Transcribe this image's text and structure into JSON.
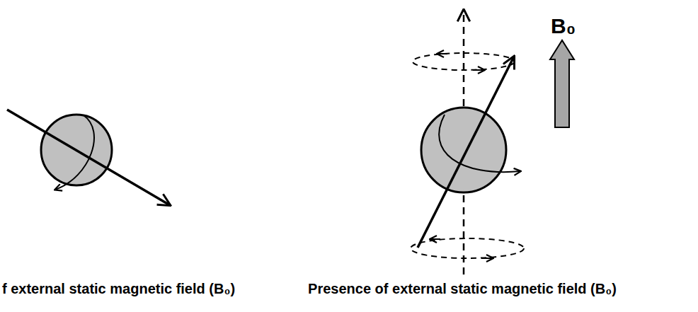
{
  "diagram": {
    "labels": [
      "B₀",
      "f external static magnetic field (B₀)",
      "Presence of external static magnetic field (B₀)"
    ]
  }
}
